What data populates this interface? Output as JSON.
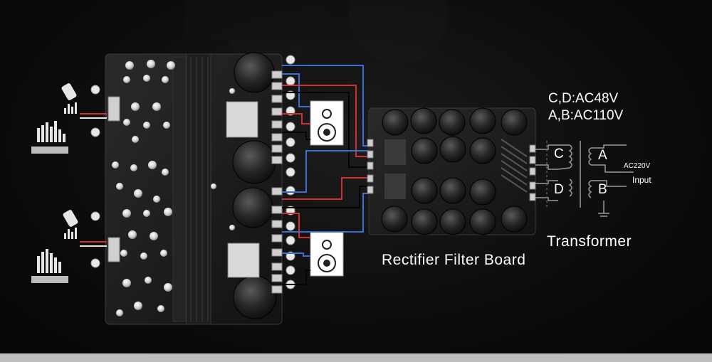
{
  "labels": {
    "rectifier_board": "Rectifier Filter Board",
    "transformer": "Transformer",
    "voltage_cd": "C,D:AC48V",
    "voltage_ab": "A,B:AC110V",
    "winding_c": "C",
    "winding_d": "D",
    "winding_a": "A",
    "winding_b": "B",
    "mains_voltage": "AC220V",
    "mains_input": "Input"
  },
  "icons": [
    "audio-input-icon",
    "waveform-icon",
    "speaker-icon",
    "capacitor-icon",
    "transformer-coil-icon"
  ],
  "colors": {
    "background": "#0b0b0b",
    "board": "#1a1a1a",
    "wire_blue": "#3a6fd8",
    "wire_red": "#d23030",
    "wire_black": "#050505",
    "text": "#ffffff",
    "connector": "#cfcfcf"
  }
}
